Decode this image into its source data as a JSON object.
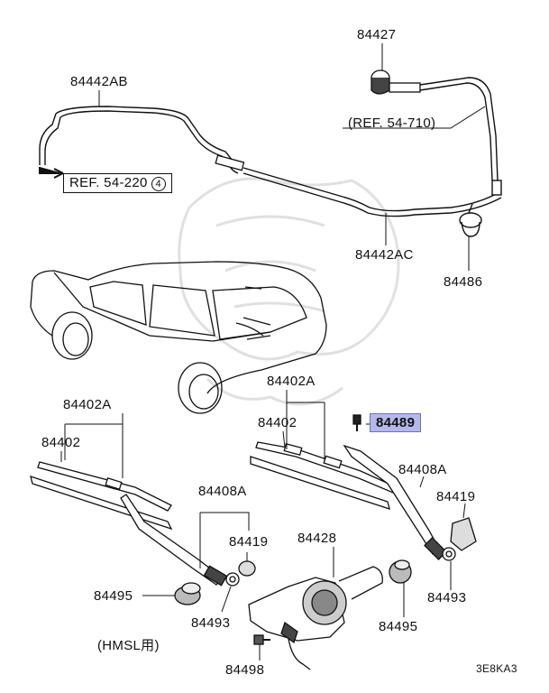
{
  "parts": {
    "p84427": "84427",
    "p84442AB": "84442AB",
    "ref_54_710": "(REF. 54-710)",
    "ref_54_220": "REF. 54-220",
    "ref_54_220_circle": "4",
    "p84442AC": "84442AC",
    "p84486": "84486",
    "p84402A_left": "84402A",
    "p84402_left": "84402",
    "p84402A_right": "84402A",
    "p84402_right": "84402",
    "p84489": "84489",
    "p84408A_left": "84408A",
    "p84408A_right": "84408A",
    "p84419_left": "84419",
    "p84419_right": "84419",
    "p84428": "84428",
    "p84495_left": "84495",
    "p84495_right": "84495",
    "p84493_left": "84493",
    "p84493_right": "84493",
    "p84498": "84498",
    "hmsl_note": "(HMSL用)",
    "diagram_code": "3E8KA3"
  },
  "highlight": {
    "part": "84489",
    "color": "#b7b8ea",
    "border": "#6c6fc6"
  },
  "watermark": {
    "color": "#d9d9d9"
  }
}
